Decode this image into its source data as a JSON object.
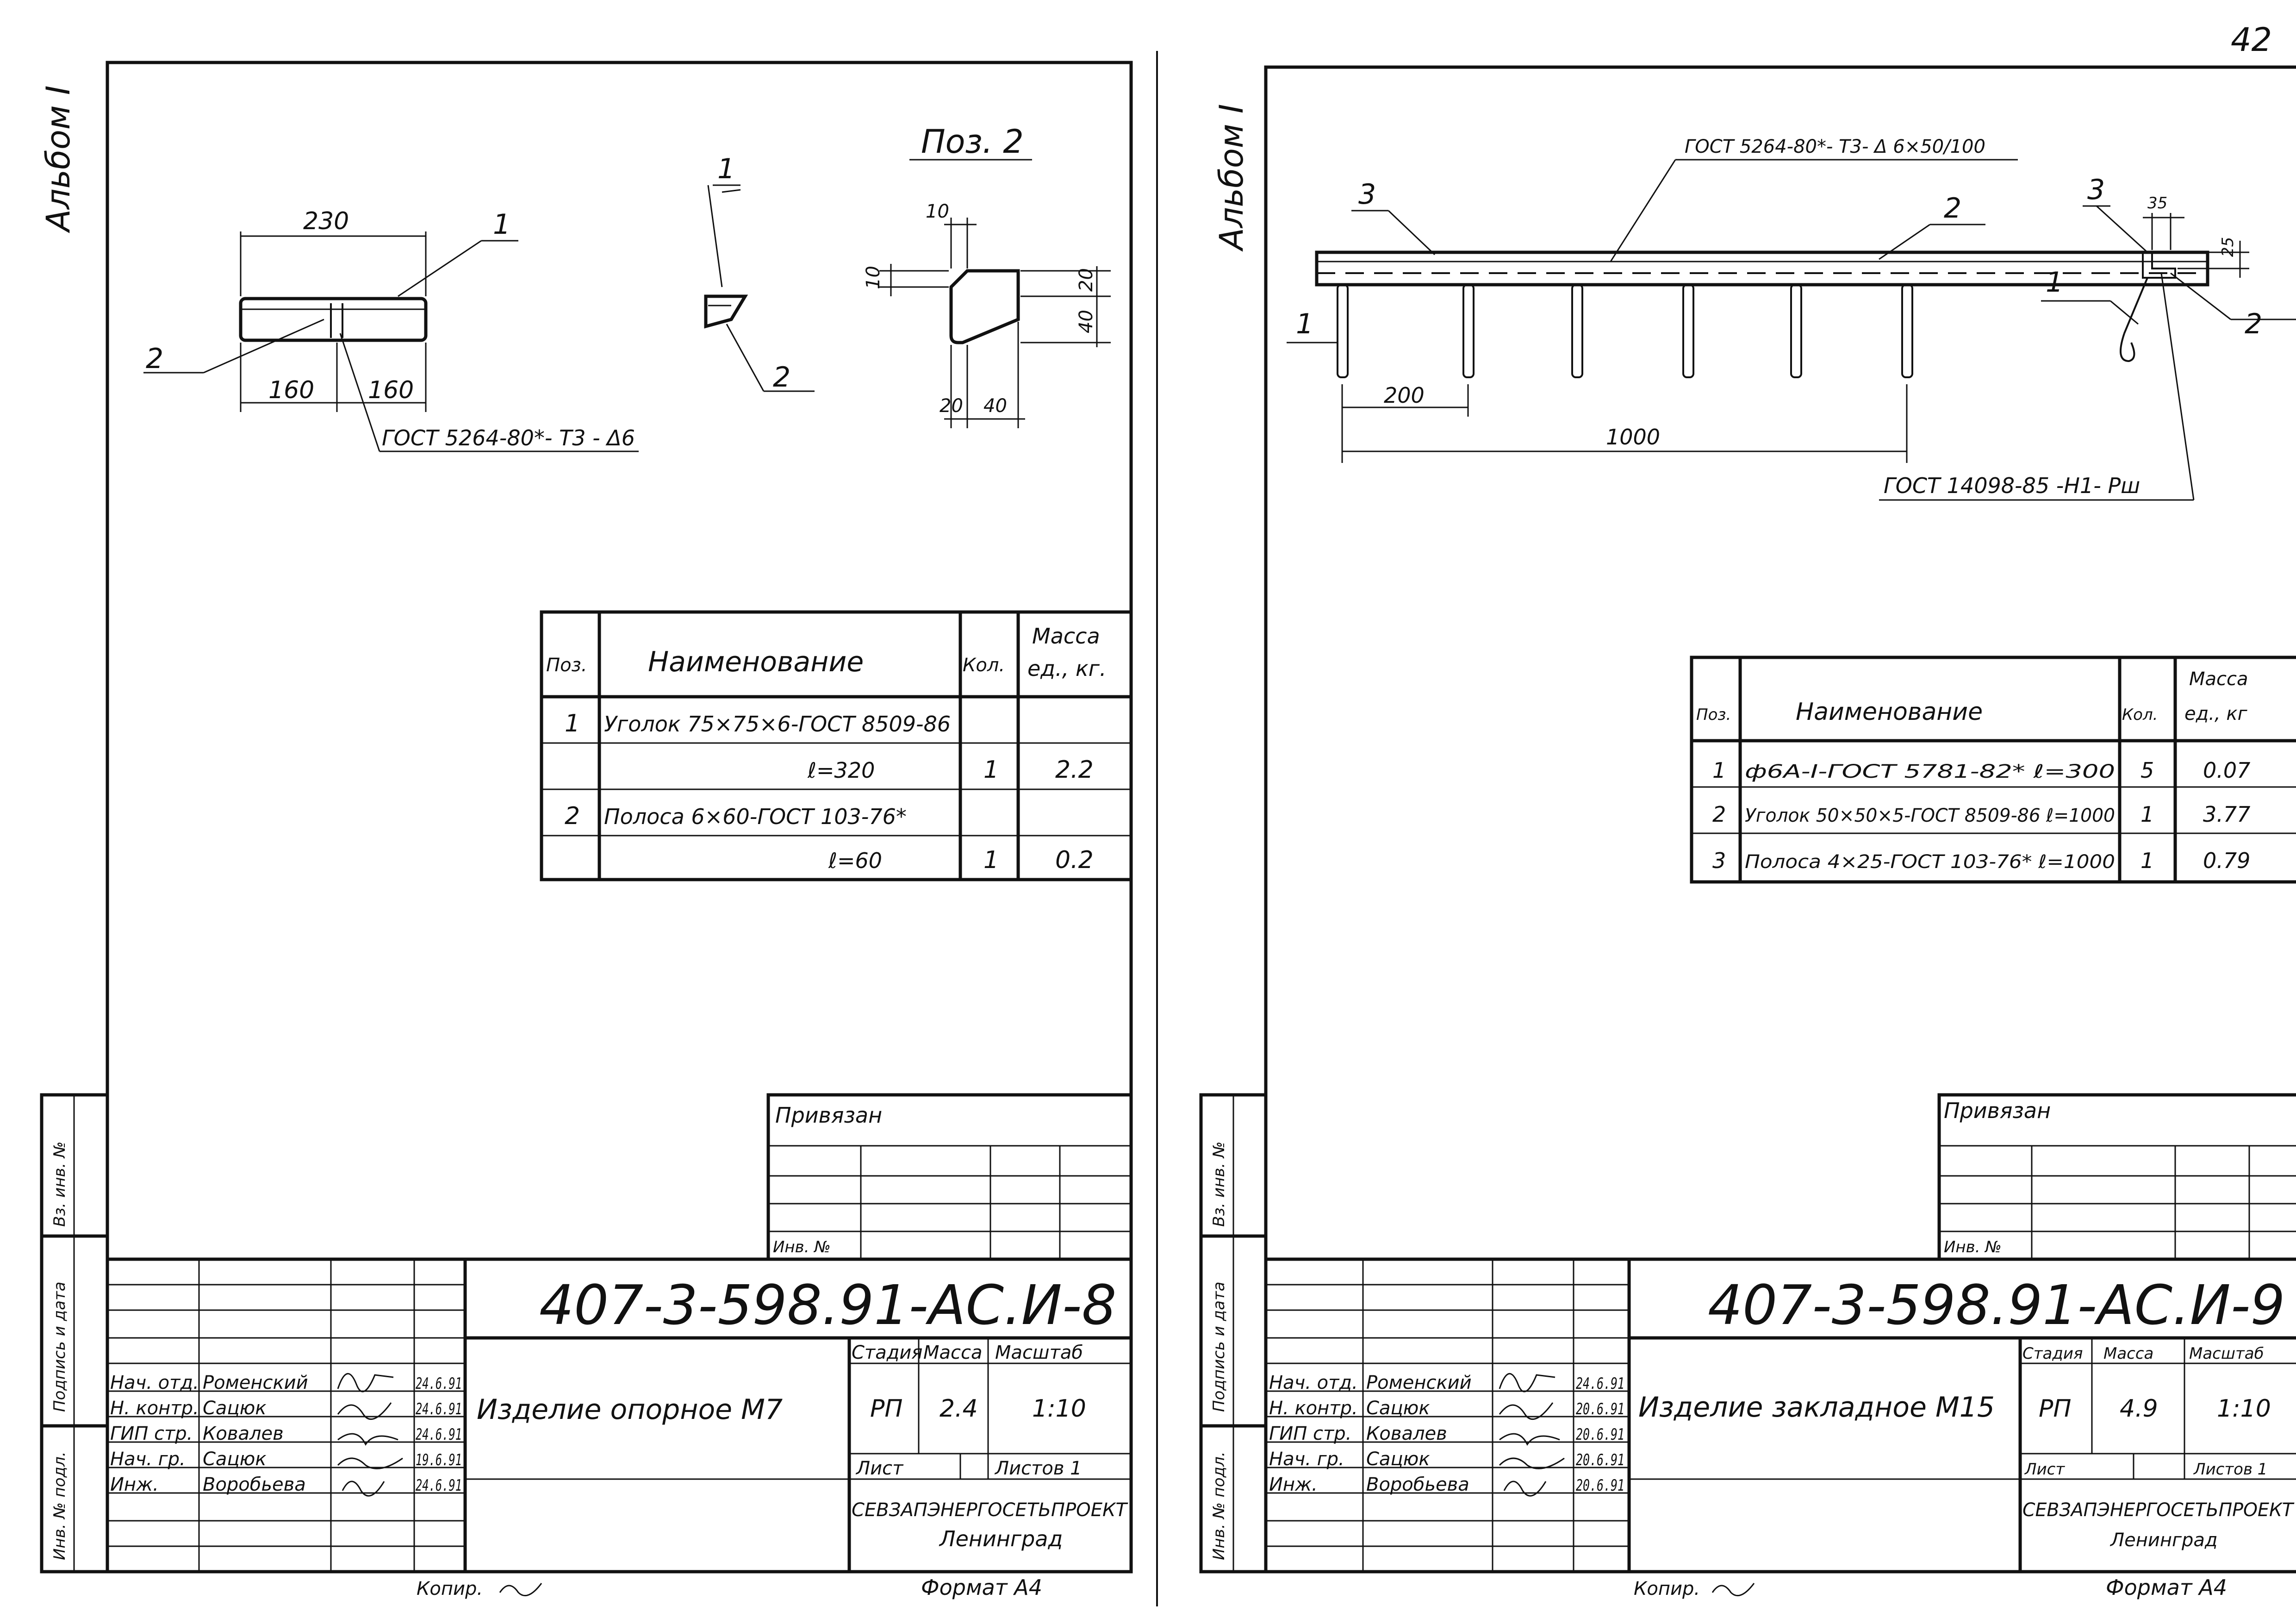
{
  "page_number": "42",
  "left_sheet": {
    "album_label": "Альбом I",
    "pos2_title": "Поз. 2",
    "dims": {
      "d230": "230",
      "d160a": "160",
      "d160b": "160",
      "d10a": "10",
      "d10b": "10",
      "d20a": "20",
      "d40a": "40",
      "d20b": "20",
      "d40b": "40"
    },
    "callouts": {
      "c1a": "1",
      "c2a": "2",
      "c1b": "1",
      "c2b": "2",
      "weld": "ГОСТ 5264-80*- Т3 - Δ6"
    },
    "spec": {
      "headers": {
        "pos": "Поз.",
        "name": "Наименование",
        "qty": "Кол.",
        "mass_a": "Масса",
        "mass_b": "ед., кг."
      },
      "rows": [
        {
          "pos": "1",
          "name": "Уголок 75×75×6-ГОСТ 8509-86",
          "qty": "",
          "mass": ""
        },
        {
          "pos": "",
          "name": "ℓ=320",
          "qty": "1",
          "mass": "2.2"
        },
        {
          "pos": "2",
          "name": "Полоса 6×60-ГОСТ 103-76*",
          "qty": "",
          "mass": ""
        },
        {
          "pos": "",
          "name": "ℓ=60",
          "qty": "1",
          "mass": "0.2"
        }
      ]
    },
    "privyazan": "Привязан",
    "inv_no": "Инв. №",
    "side_labels": {
      "a": "Инв. № подл.",
      "b": "Подпись и дата",
      "c": "Вз. инв. №"
    },
    "title_block": {
      "code": "407-3-598.91-АС.И-8",
      "roles": [
        {
          "role": "Нач. отд.",
          "name": "Роменский",
          "date": "24.6.91"
        },
        {
          "role": "Н. контр.",
          "name": "Сацюк",
          "date": "24.6.91"
        },
        {
          "role": "ГИП стр.",
          "name": "Ковалев",
          "date": "24.6.91"
        },
        {
          "role": "Нач. гр.",
          "name": "Сацюк",
          "date": "19.6.91"
        },
        {
          "role": "Инж.",
          "name": "Воробьева",
          "date": "24.6.91"
        }
      ],
      "item_name": "Изделие опорное М7",
      "stage_h": "Стадия",
      "mass_h": "Масса",
      "scale_h": "Масштаб",
      "stage": "РП",
      "mass": "2.4",
      "scale": "1:10",
      "sheet_h": "Лист",
      "sheets_h": "Листов 1",
      "org": "СЕВЗАПЭНЕРГОСЕТЬПРОЕКТ",
      "city": "Ленинград"
    },
    "footer_copy": "Копир.",
    "footer_format": "Формат А4"
  },
  "right_sheet": {
    "album_label": "Альбом I",
    "dims": {
      "d200": "200",
      "d1000": "1000",
      "d35": "35",
      "d25": "25"
    },
    "callouts": {
      "weld_top": "ГОСТ 5264-80*- Т3- Δ 6×50/100",
      "weld_bottom": "ГОСТ 14098-85 -Н1- Рш",
      "c3a": "3",
      "c2a": "2",
      "c1a": "1",
      "c3b": "3",
      "c1b": "1",
      "c2b": "2"
    },
    "spec": {
      "headers": {
        "pos": "Поз.",
        "name": "Наименование",
        "qty": "Кол.",
        "mass_a": "Масса",
        "mass_b": "ед., кг"
      },
      "rows": [
        {
          "pos": "1",
          "name": "ф6А-I-ГОСТ 5781-82*  ℓ=300",
          "qty": "5",
          "mass": "0.07"
        },
        {
          "pos": "2",
          "name": "Уголок 50×50×5-ГОСТ 8509-86 ℓ=1000",
          "qty": "1",
          "mass": "3.77"
        },
        {
          "pos": "3",
          "name": "Полоса 4×25-ГОСТ 103-76* ℓ=1000",
          "qty": "1",
          "mass": "0.79"
        }
      ]
    },
    "privyazan": "Привязан",
    "inv_no": "Инв. №",
    "side_labels": {
      "a": "Инв. № подл.",
      "b": "Подпись и дата",
      "c": "Вз. инв. №"
    },
    "title_block": {
      "code": "407-3-598.91-АС.И-9",
      "roles": [
        {
          "role": "Нач. отд.",
          "name": "Роменский",
          "date": "24.6.91"
        },
        {
          "role": "Н. контр.",
          "name": "Сацюк",
          "date": "20.6.91"
        },
        {
          "role": "ГИП стр.",
          "name": "Ковалев",
          "date": "20.6.91"
        },
        {
          "role": "Нач. гр.",
          "name": "Сацюк",
          "date": "20.6.91"
        },
        {
          "role": "Инж.",
          "name": "Воробьева",
          "date": "20.6.91"
        }
      ],
      "item_name": "Изделие закладное М15",
      "stage_h": "Стадия",
      "mass_h": "Масса",
      "scale_h": "Масштаб",
      "stage": "РП",
      "mass": "4.9",
      "scale": "1:10",
      "sheet_h": "Лист",
      "sheets_h": "Листов 1",
      "org": "СЕВЗАПЭНЕРГОСЕТЬПРОЕКТ",
      "city": "Ленинград"
    },
    "footer_copy": "Копир.",
    "footer_format": "Формат А4"
  },
  "colors": {
    "ink": "#111111",
    "paper": "#ffffff"
  }
}
